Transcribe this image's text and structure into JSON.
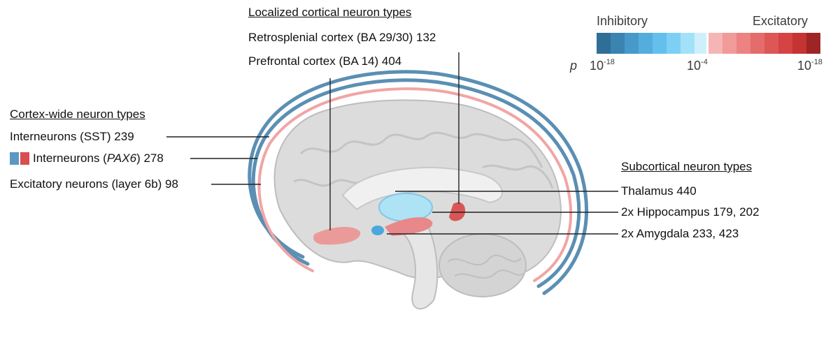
{
  "legend": {
    "inhibitory_label": "Inhibitory",
    "excitatory_label": "Excitatory",
    "p_symbol": "p",
    "tick_left_base": "10",
    "tick_left_exp": "-18",
    "tick_mid_base": "10",
    "tick_mid_exp": "-4",
    "tick_right_base": "10",
    "tick_right_exp": "-18",
    "inhibitory_colors": [
      "#2f6f97",
      "#3a84b0",
      "#4699c8",
      "#53addd",
      "#63c0ec",
      "#7dd0f4",
      "#a3e1f9",
      "#cfeffc"
    ],
    "excitatory_colors": [
      "#f6b5b5",
      "#f19a9a",
      "#ec8282",
      "#e56c6c",
      "#dd5757",
      "#d44444",
      "#c53333",
      "#9e2525"
    ]
  },
  "localized": {
    "header": "Localized cortical neuron types",
    "retrosplenial": "Retrosplenial cortex (BA 29/30) 132",
    "prefrontal": "Prefrontal cortex (BA 14) 404"
  },
  "cortex_wide": {
    "header": "Cortex-wide neuron types",
    "sst": "Interneurons (SST) 239",
    "pax6_prefix": "Interneurons (",
    "pax6_gene": "PAX6",
    "pax6_suffix": ") 278",
    "layer6b": "Excitatory neurons (layer 6b) 98"
  },
  "subcortical": {
    "header": "Subcortical neuron types",
    "thalamus": "Thalamus 440",
    "hippocampus": "2x Hippocampus 179, 202",
    "amygdala": "2x Amygdala 233, 423"
  },
  "colors": {
    "inhibitory_ring": "#5b8fb3",
    "excitatory_ring": "#f1a5a5",
    "excitatory_region": "#e8888a",
    "thalamus": "#aee2f5",
    "amygdala_blue": "#4aa9dc",
    "brain_gray": "#dcdcdc"
  }
}
